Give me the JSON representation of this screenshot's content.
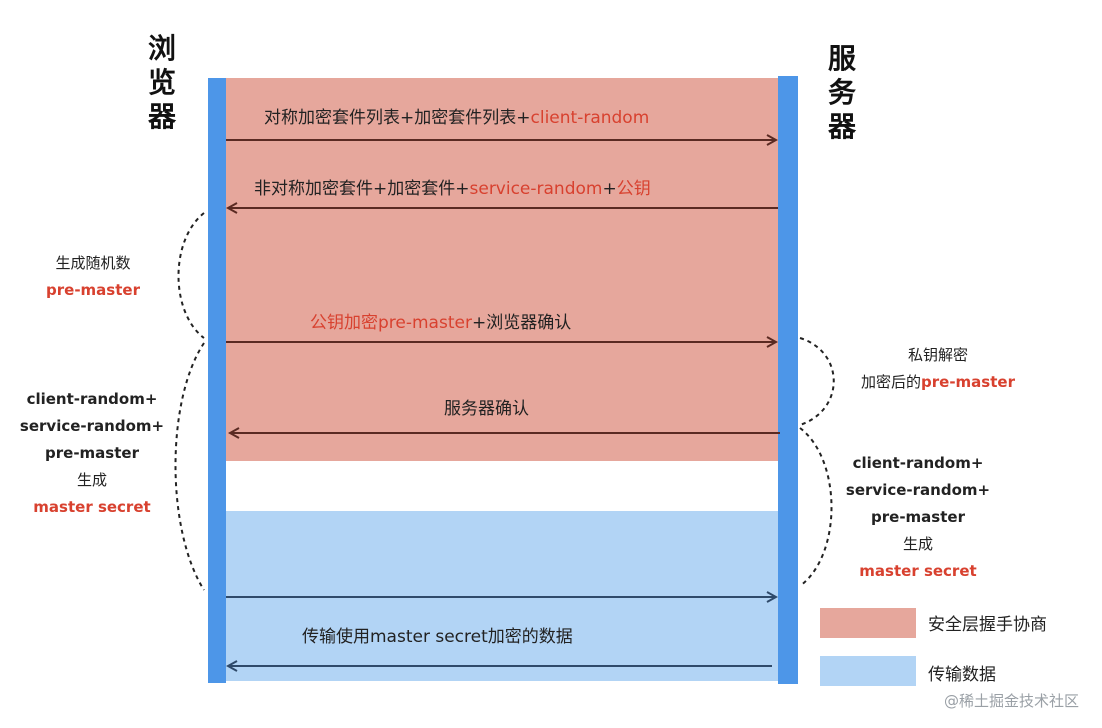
{
  "browser_title": "浏览器",
  "server_title": "服务器",
  "messages": {
    "m1": {
      "plain": "对称加密套件列表+加密套件列表+",
      "highlight": "client-random"
    },
    "m2": {
      "plain": "非对称加密套件+加密套件+",
      "highlight": "service-random",
      "plain2": "+",
      "highlight2": "公钥"
    },
    "m3": {
      "highlight": "公钥加密pre-master",
      "plain": "+浏览器确认"
    },
    "m4": {
      "plain": "服务器确认"
    },
    "m5": {
      "plain": "传输使用master secret加密的数据"
    }
  },
  "left_notes": {
    "gen_random": "生成随机数",
    "pre_master": "pre-master",
    "line1": "client-random+",
    "line2": "service-random+",
    "line3": "pre-master",
    "gen": "生成",
    "secret": "master secret"
  },
  "right_notes": {
    "decrypt": "私钥解密",
    "decrypted_prefix": "加密后的",
    "decrypted_hl": "pre-master",
    "line1": "client-random+",
    "line2": "service-random+",
    "line3": "pre-master",
    "gen": "生成",
    "secret": "master secret"
  },
  "legend": {
    "handshake": "安全层握手协商",
    "transfer": "传输数据"
  },
  "watermark": "@稀土掘金技术社区",
  "colors": {
    "handshake": "#e6a79c",
    "transfer": "#b2d4f5",
    "lane": "#4d96e8",
    "highlight": "#d8412f"
  }
}
